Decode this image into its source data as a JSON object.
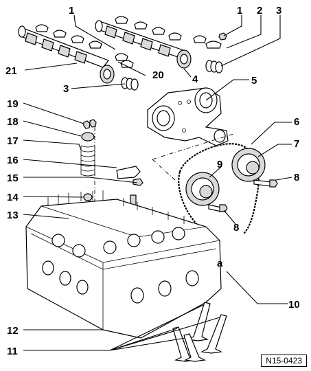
{
  "callouts": {
    "c1a": "1",
    "c1b": "1",
    "c2": "2",
    "c3a": "3",
    "c3b": "3",
    "c4": "4",
    "c5": "5",
    "c6": "6",
    "c7": "7",
    "c8a": "8",
    "c8b": "8",
    "c9": "9",
    "c10": "10",
    "c11": "11",
    "c12": "12",
    "c13": "13",
    "c14": "14",
    "c15": "15",
    "c16": "16",
    "c17": "17",
    "c18": "18",
    "c19": "19",
    "c20": "20",
    "c21": "21",
    "ca": "a"
  },
  "figure_code": "N15-0423"
}
